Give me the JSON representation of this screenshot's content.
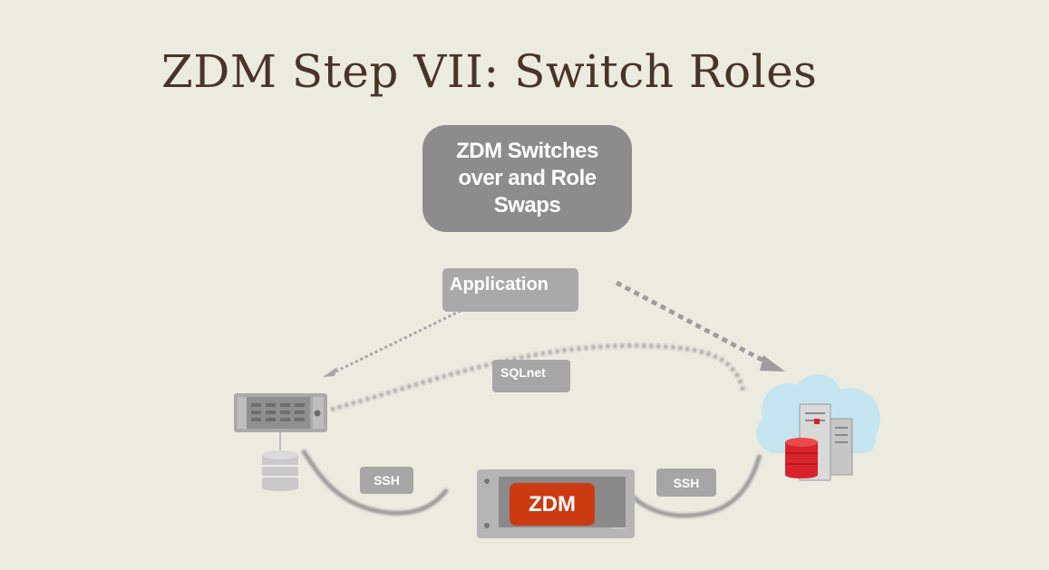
{
  "title": "ZDM Step VII: Switch Roles",
  "callout": "ZDM Switches over and Role Swaps",
  "application": "Application",
  "connections": {
    "sqlnet": "SQLnet",
    "ssh_left": "SSH",
    "ssh_right": "SSH"
  },
  "zdm": "ZDM",
  "colors": {
    "background": "#ecebe0",
    "title": "#4a3328",
    "zdm_badge": "#cc3a12",
    "database_red": "#d9232a",
    "cloud": "#bfe3ef"
  },
  "icons": [
    "source-server-icon",
    "source-database-icon",
    "target-cloud-icon",
    "target-database-icon",
    "zdm-server-icon"
  ]
}
